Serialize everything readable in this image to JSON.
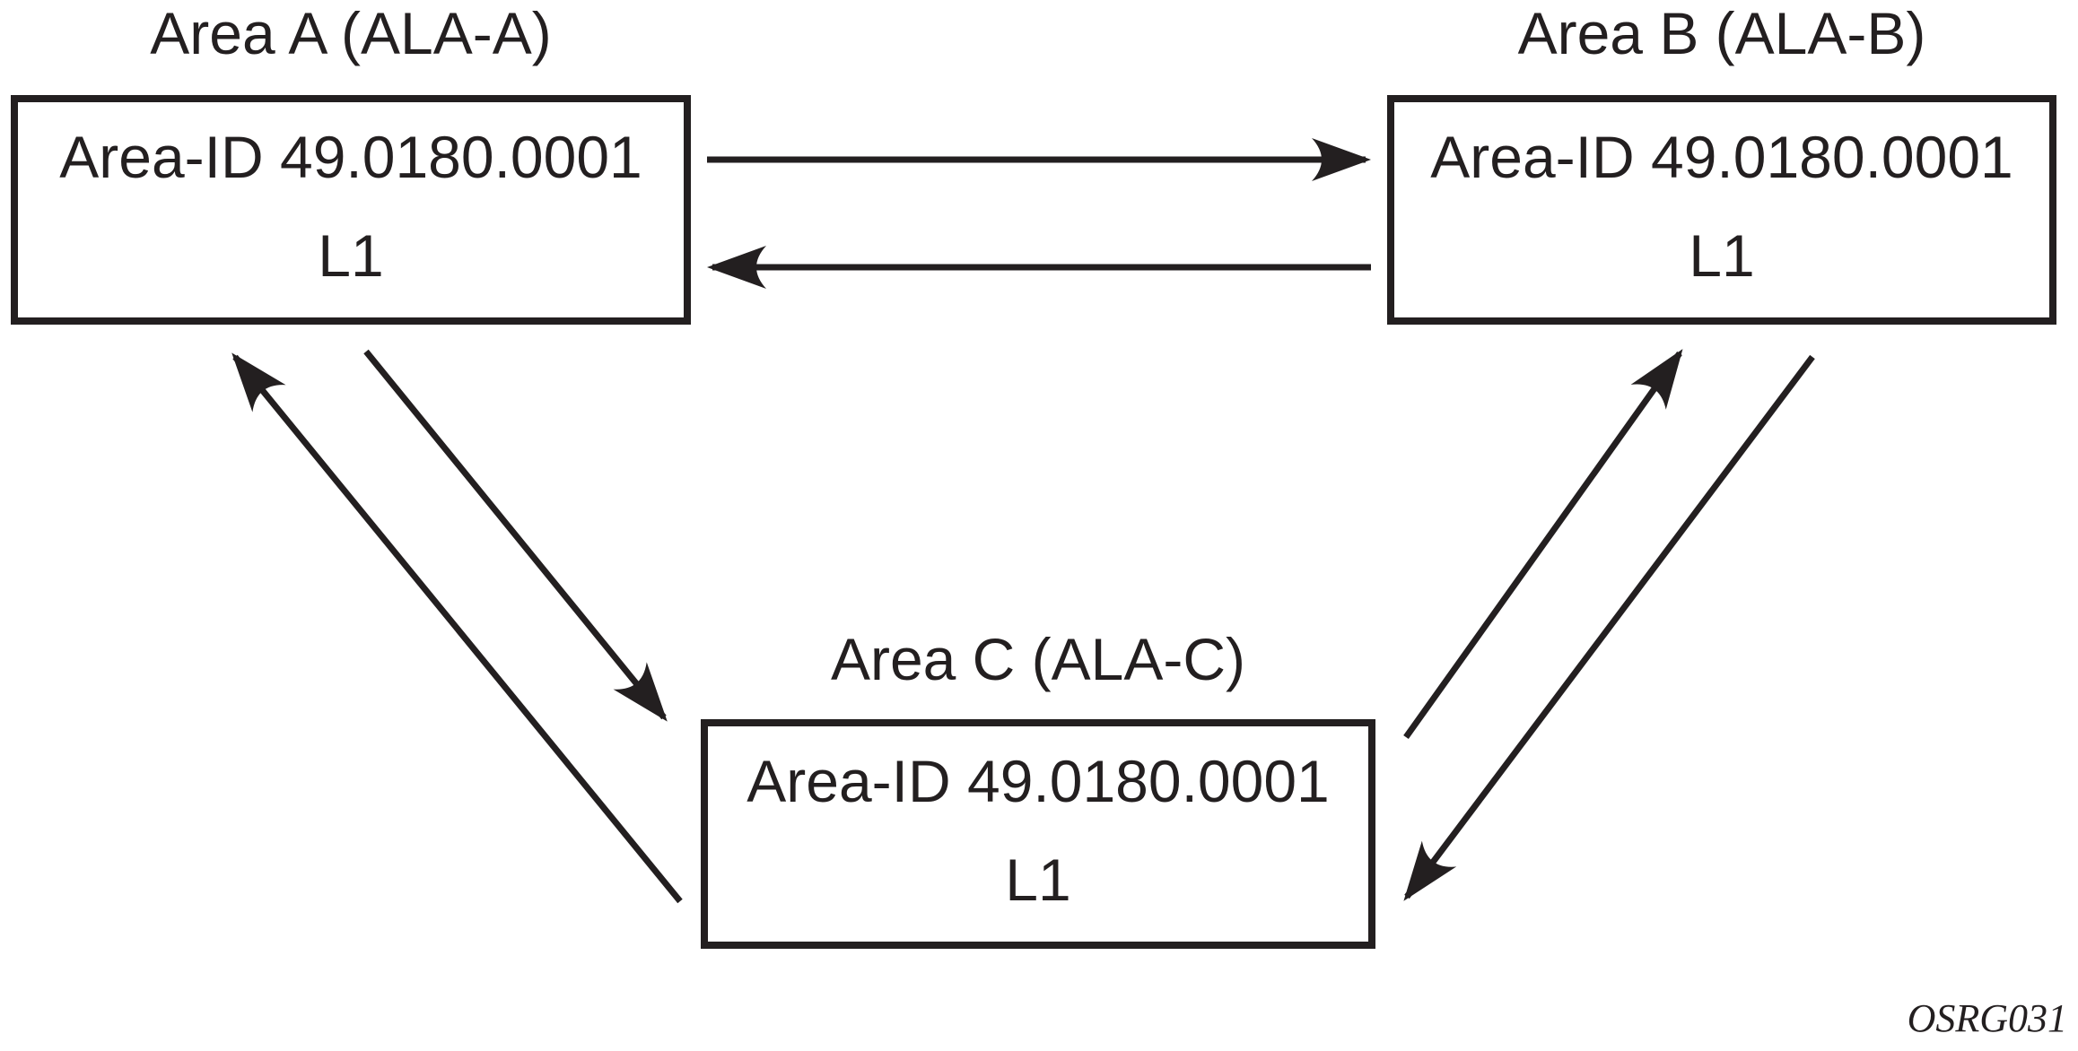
{
  "figure": {
    "areas": [
      {
        "name": "A",
        "title": "Area A (ALA-A)",
        "area_id": "Area-ID 49.0180.0001",
        "level": "L1"
      },
      {
        "name": "B",
        "title": "Area B (ALA-B)",
        "area_id": "Area-ID 49.0180.0001",
        "level": "L1"
      },
      {
        "name": "C",
        "title": "Area C (ALA-C)",
        "area_id": "Area-ID 49.0180.0001",
        "level": "L1"
      }
    ],
    "connections": [
      {
        "from": "A",
        "to": "B"
      },
      {
        "from": "B",
        "to": "A"
      },
      {
        "from": "A",
        "to": "C"
      },
      {
        "from": "C",
        "to": "A"
      },
      {
        "from": "B",
        "to": "C"
      },
      {
        "from": "C",
        "to": "B"
      }
    ],
    "watermark": "OSRG031",
    "colors": {
      "ink": "#231f20",
      "background": "#ffffff"
    }
  }
}
